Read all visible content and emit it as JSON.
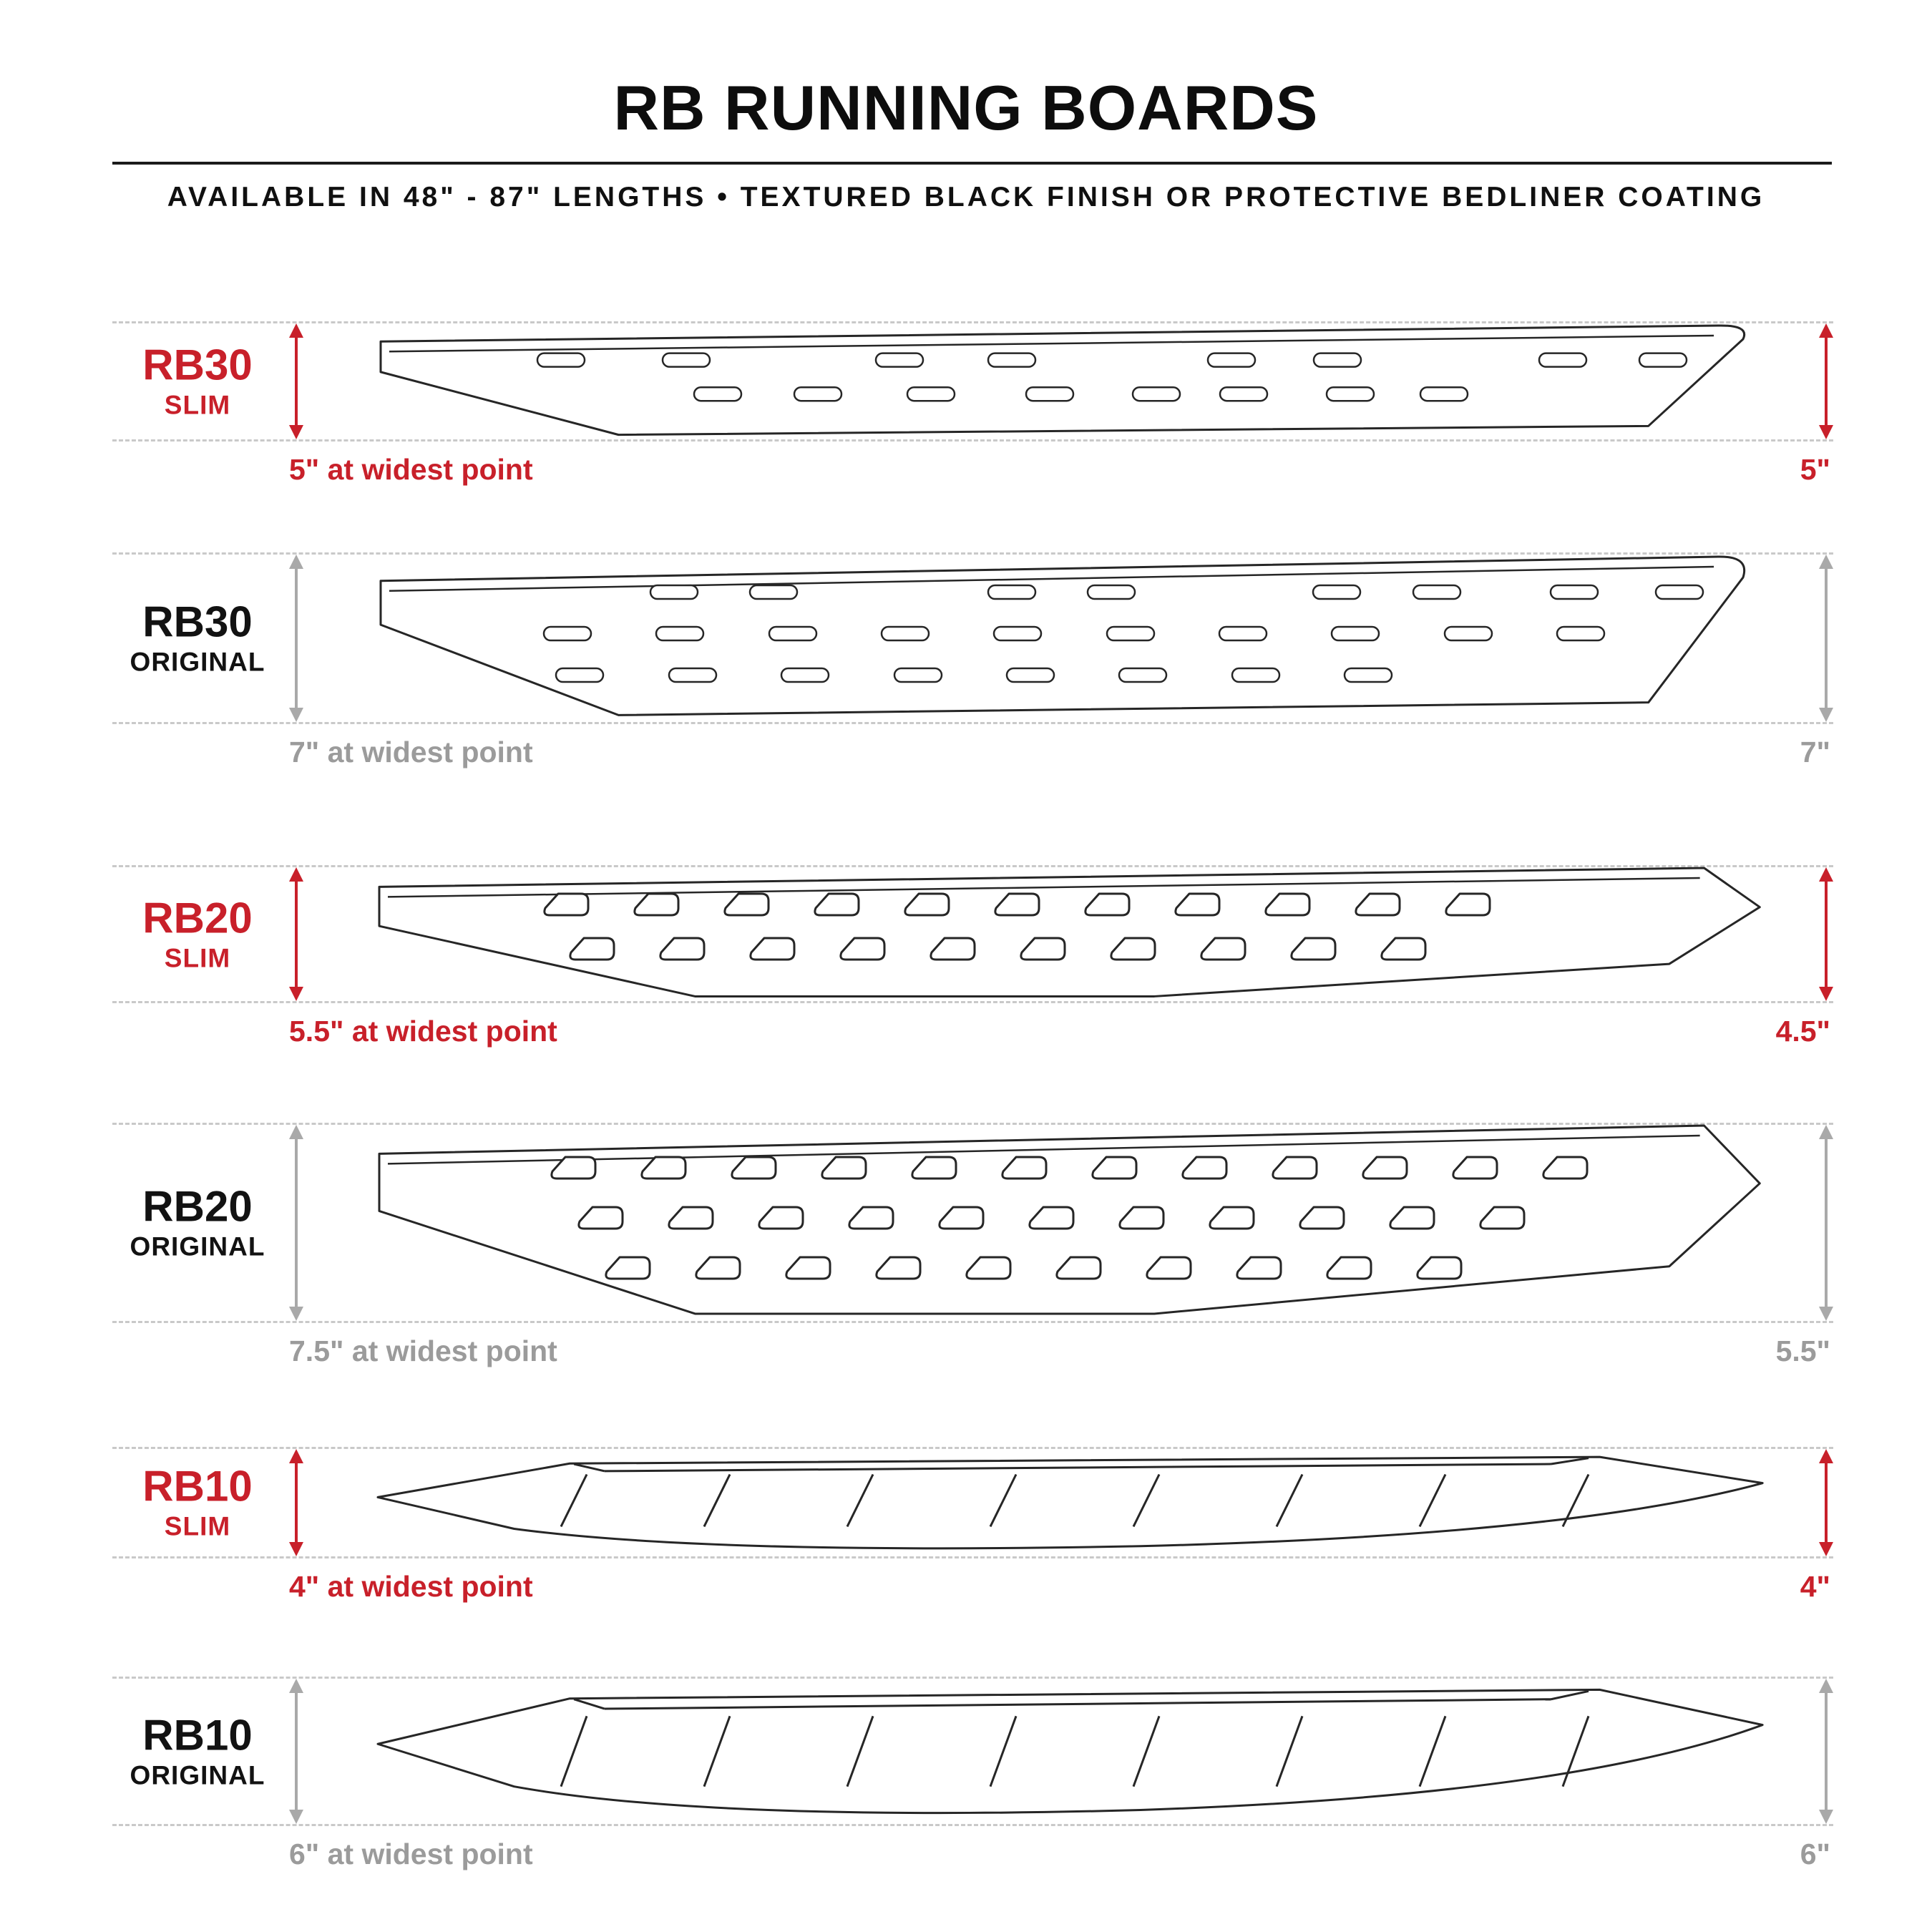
{
  "header": {
    "title": "RB RUNNING BOARDS",
    "subtitle": "AVAILABLE IN 48\" - 87\" LENGTHS   •   TEXTURED BLACK FINISH OR PROTECTIVE BEDLINER COATING"
  },
  "colors": {
    "accent_red": "#C8202A",
    "gray": "#9B9B9B",
    "line_black": "#262626",
    "dash_gray": "#C9C9C9"
  },
  "rows": [
    {
      "model": "RB30",
      "variant": "SLIM",
      "style": "slim",
      "board": "rb30",
      "width_note": "5\" at widest point",
      "right_dim": "5\""
    },
    {
      "model": "RB30",
      "variant": "ORIGINAL",
      "style": "original",
      "board": "rb30",
      "width_note": "7\" at widest point",
      "right_dim": "7\""
    },
    {
      "model": "RB20",
      "variant": "SLIM",
      "style": "slim",
      "board": "rb20",
      "width_note": "5.5\" at widest point",
      "right_dim": "4.5\""
    },
    {
      "model": "RB20",
      "variant": "ORIGINAL",
      "style": "original",
      "board": "rb20",
      "width_note": "7.5\" at widest point",
      "right_dim": "5.5\""
    },
    {
      "model": "RB10",
      "variant": "SLIM",
      "style": "slim",
      "board": "rb10",
      "width_note": "4\" at widest point",
      "right_dim": "4\""
    },
    {
      "model": "RB10",
      "variant": "ORIGINAL",
      "style": "original",
      "board": "rb10",
      "width_note": "6\" at widest point",
      "right_dim": "6\""
    }
  ]
}
